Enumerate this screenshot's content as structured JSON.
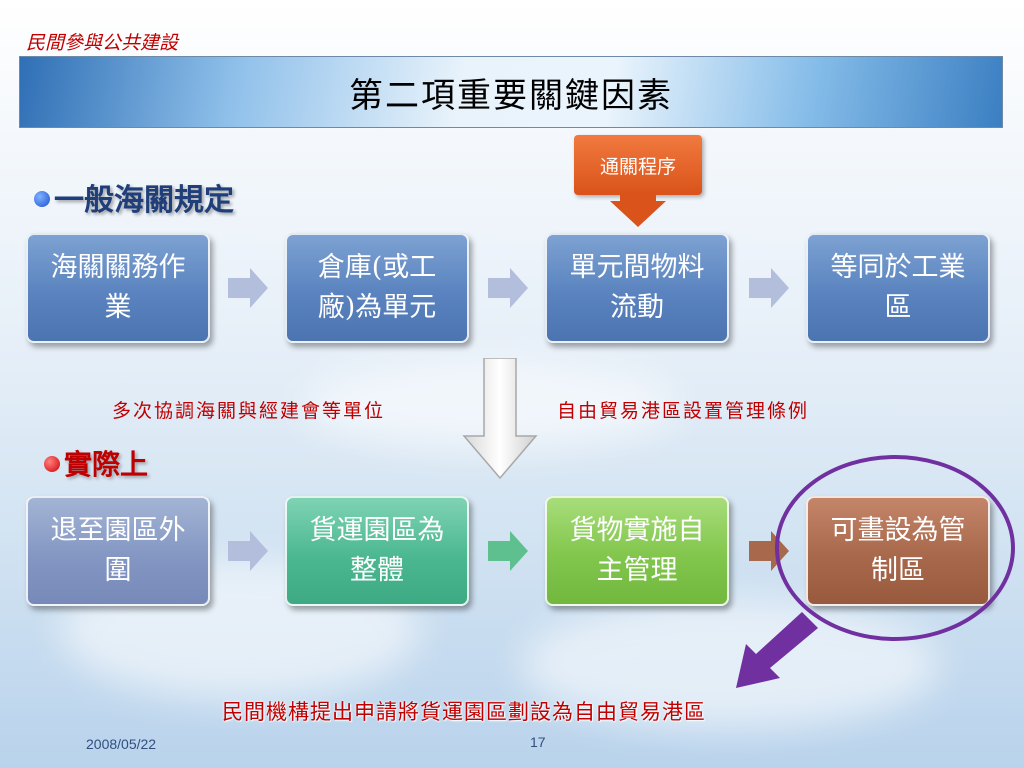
{
  "header": {
    "top_text": "民間參與公共建設",
    "title": "第二項重要關鍵因素"
  },
  "section_general": {
    "heading": "一般海關規定",
    "boxes": [
      "海關關務作業",
      "倉庫(或工廠)為單元",
      "單元間物料流動",
      "等同於工業區"
    ],
    "callout": "通關程序"
  },
  "notes": {
    "left": "多次協調海關與經建會等單位",
    "right": "自由貿易港區設置管理條例"
  },
  "section_actual": {
    "heading": "實際上",
    "boxes": [
      "退至園區外圍",
      "貨運園區為整體",
      "貨物實施自主管理",
      "可畫設為管制區"
    ]
  },
  "conclusion": "民間機構提出申請將貨運園區劃設為自由貿易港區",
  "footer": {
    "date": "2008/05/22",
    "page_number": "17"
  },
  "colors": {
    "accent_red": "#c00000",
    "box_blue": "#5a83bf",
    "box_slate": "#8497c3",
    "box_teal": "#4cb892",
    "box_green": "#82c64d",
    "box_brown": "#a8684b",
    "callout_orange": "#e8612a",
    "highlight_purple": "#7030a0"
  }
}
